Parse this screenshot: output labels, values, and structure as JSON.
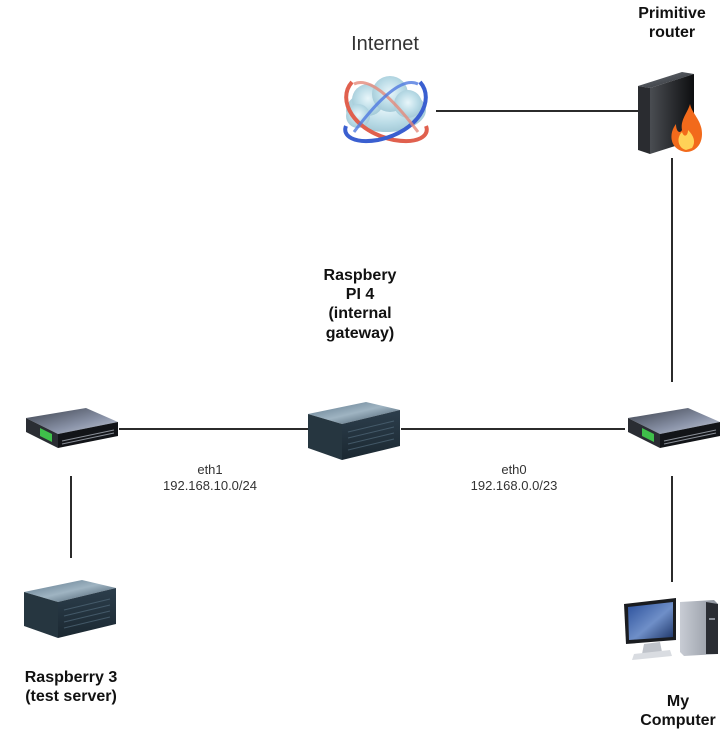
{
  "diagram": {
    "nodes": {
      "internet": {
        "label": "Internet",
        "icon": "cloud-globe-icon"
      },
      "router": {
        "label_lines": [
          "Primitive",
          "router"
        ],
        "icon": "firewall-router-icon"
      },
      "pi4": {
        "label_lines": [
          "Raspbery",
          "PI 4",
          "(internal",
          "gateway)"
        ],
        "icon": "server-icon"
      },
      "switch_left": {
        "icon": "network-switch-icon"
      },
      "switch_right": {
        "icon": "network-switch-icon"
      },
      "pi3": {
        "label_lines": [
          "Raspberry 3",
          "(test server)"
        ],
        "icon": "server-icon"
      },
      "my_computer": {
        "label_lines": [
          "My",
          "Computer"
        ],
        "icon": "desktop-computer-icon"
      }
    },
    "links": [
      {
        "from": "internet",
        "to": "router"
      },
      {
        "from": "router",
        "to": "switch_right"
      },
      {
        "from": "switch_left",
        "to": "pi4",
        "interface": "eth1",
        "subnet": "192.168.10.0/24"
      },
      {
        "from": "pi4",
        "to": "switch_right",
        "interface": "eth0",
        "subnet": "192.168.0.0/23"
      },
      {
        "from": "switch_left",
        "to": "pi3"
      },
      {
        "from": "switch_right",
        "to": "my_computer"
      }
    ]
  }
}
